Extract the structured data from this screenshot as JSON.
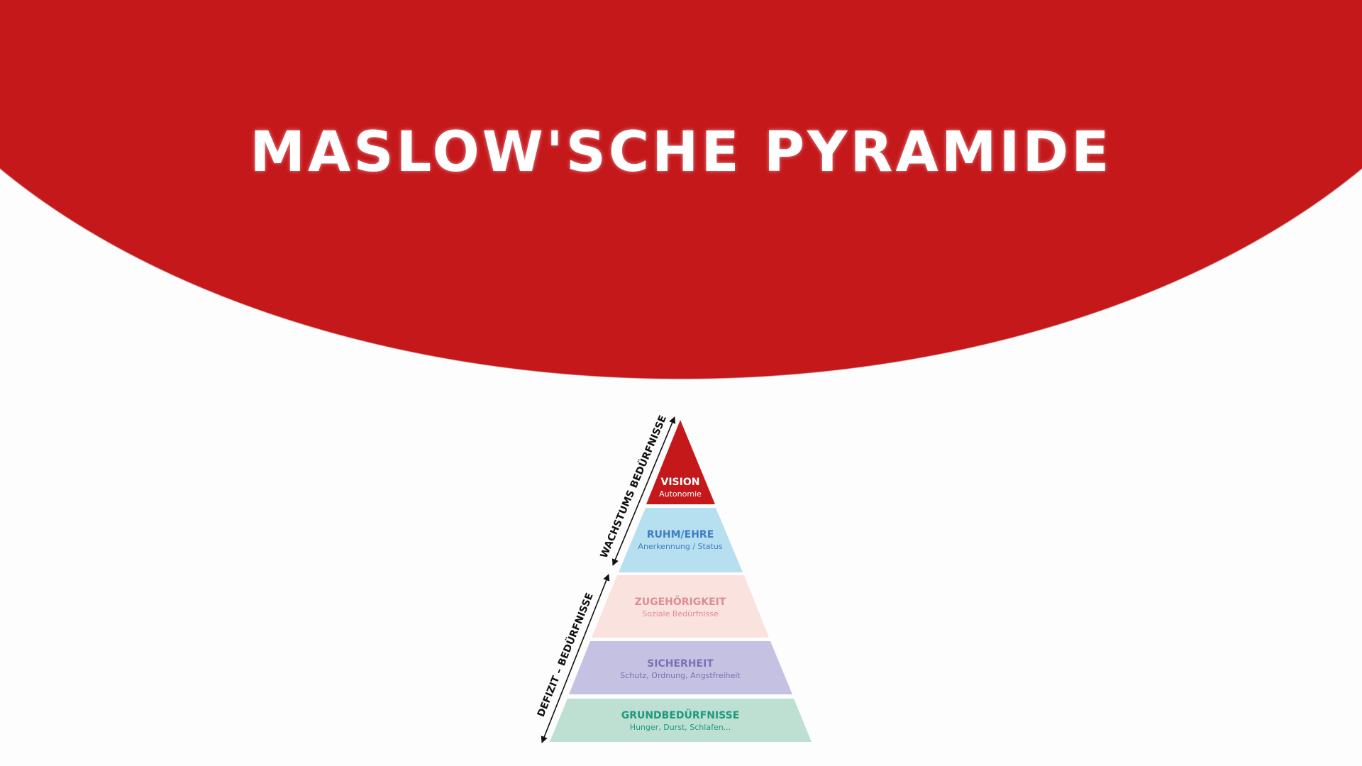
{
  "header": {
    "title": "MASLOW'SCHE PYRAMIDE",
    "background_color": "#c4181b"
  },
  "pyramid": {
    "levels": [
      {
        "title": "VISION",
        "subtitle": "Autonomie",
        "fill": "#c4181b",
        "text_color": "#ffffff"
      },
      {
        "title": "RUHM/EHRE",
        "subtitle": "Anerkennung / Status",
        "fill": "#b6dff0",
        "text_color": "#3f7ec2"
      },
      {
        "title": "ZUGEHÖRIGKEIT",
        "subtitle": "Soziale Bedürfnisse",
        "fill": "#fae2df",
        "text_color": "#dc8d93"
      },
      {
        "title": "SICHERHEIT",
        "subtitle": "Schutz, Ordnung, Angstfreiheit",
        "fill": "#c5c1e3",
        "text_color": "#7b72b4"
      },
      {
        "title": "GRUNDBEDÜRFNISSE",
        "subtitle": "Hunger, Durst, Schlafen...",
        "fill": "#bde0d2",
        "text_color": "#1f9a7f"
      }
    ],
    "arrows": {
      "growth_label": "WACHSTUMS BEDÜRFNISSE",
      "deficit_label": "DEFIZIT – BEDÜRFNISSE"
    }
  }
}
